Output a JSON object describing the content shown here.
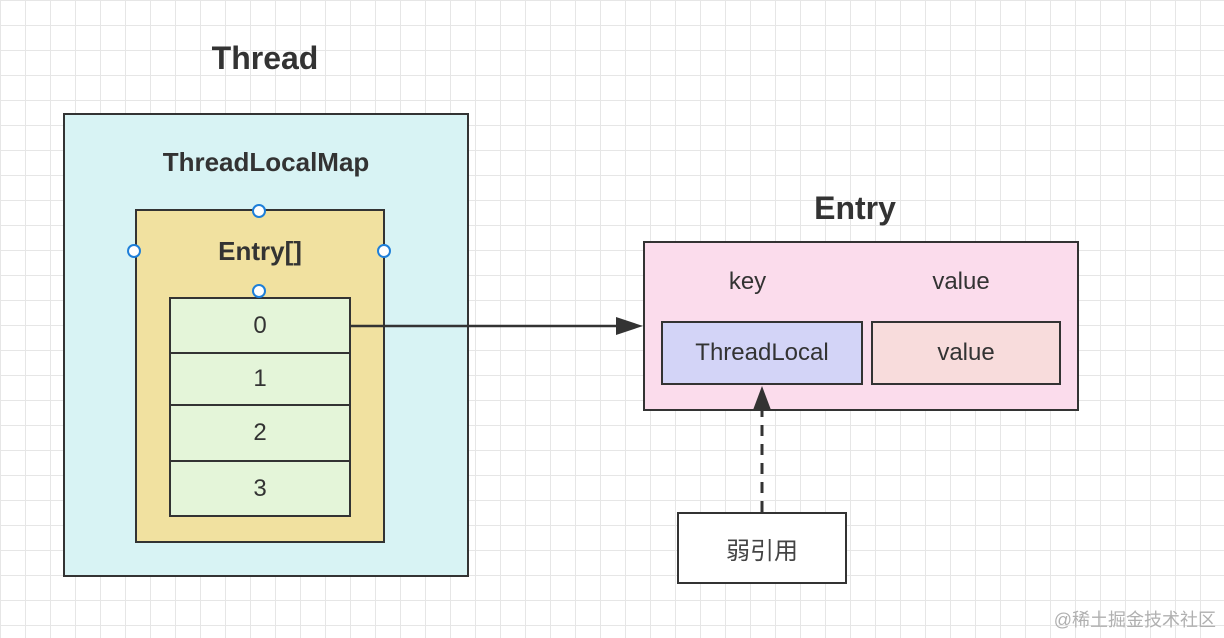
{
  "thread": {
    "title": "Thread",
    "map_label": "ThreadLocalMap"
  },
  "entry_array": {
    "label": "Entry[]",
    "cells": [
      "0",
      "1",
      "2",
      "3"
    ]
  },
  "entry": {
    "title": "Entry",
    "key_label": "key",
    "value_label": "value",
    "key_cell": "ThreadLocal",
    "value_cell": "value"
  },
  "weak_ref": {
    "label": "弱引用"
  },
  "watermark": "@稀土掘金技术社区"
}
